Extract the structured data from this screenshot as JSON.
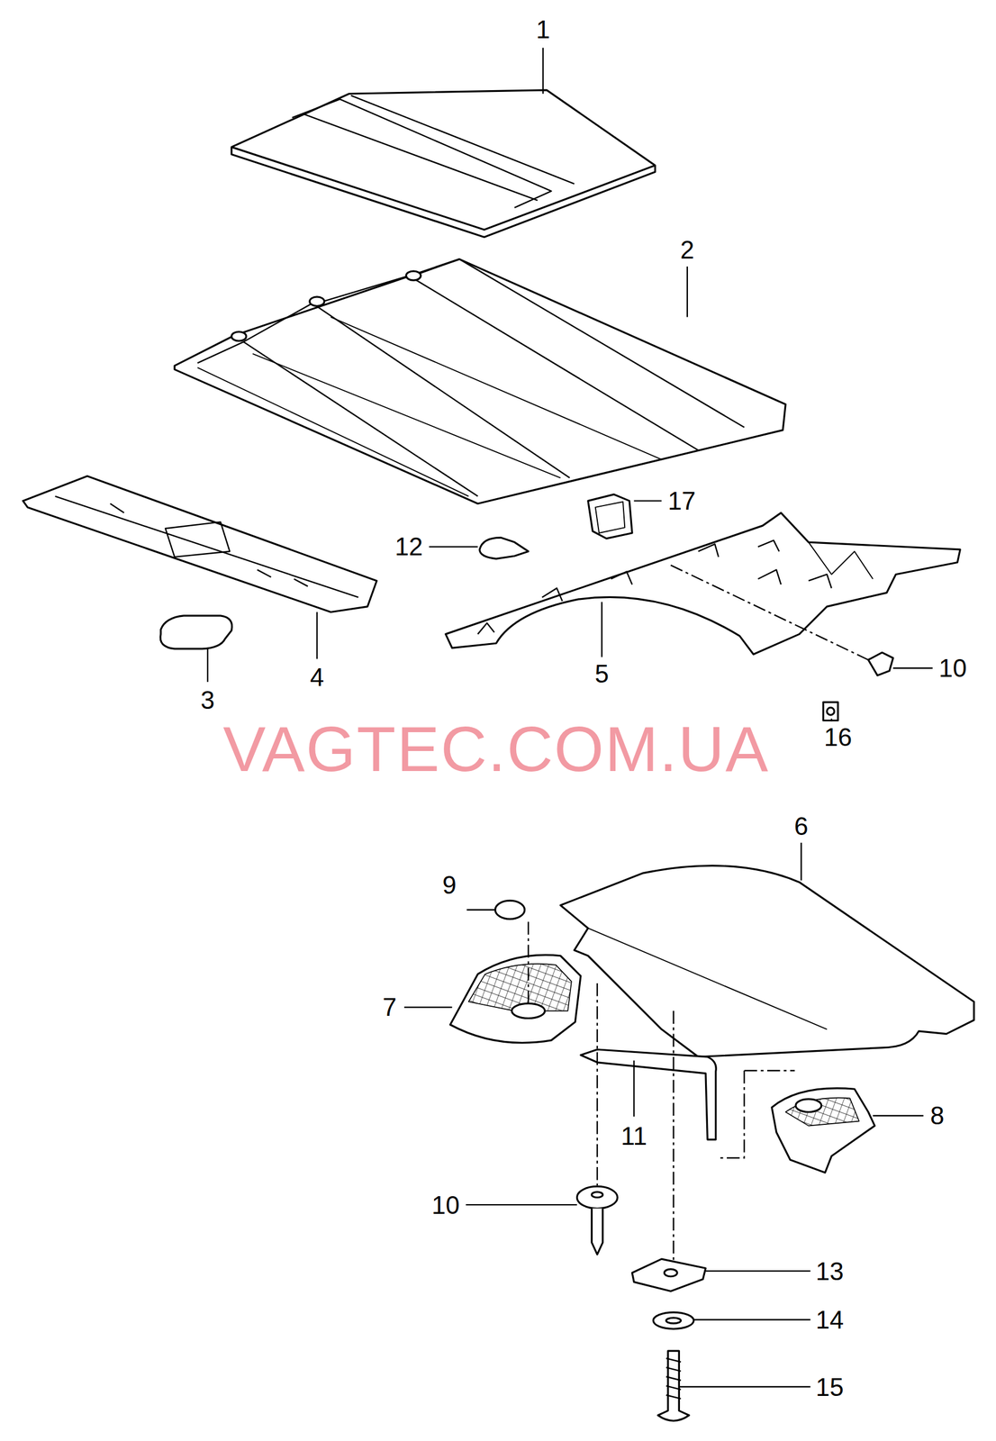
{
  "diagram": {
    "labels": [
      "1",
      "2",
      "17",
      "12",
      "4",
      "3",
      "5",
      "10",
      "16",
      "6",
      "9",
      "7",
      "11",
      "8",
      "10",
      "13",
      "14",
      "15",
      "VAGTEC.COM.UA"
    ]
  }
}
